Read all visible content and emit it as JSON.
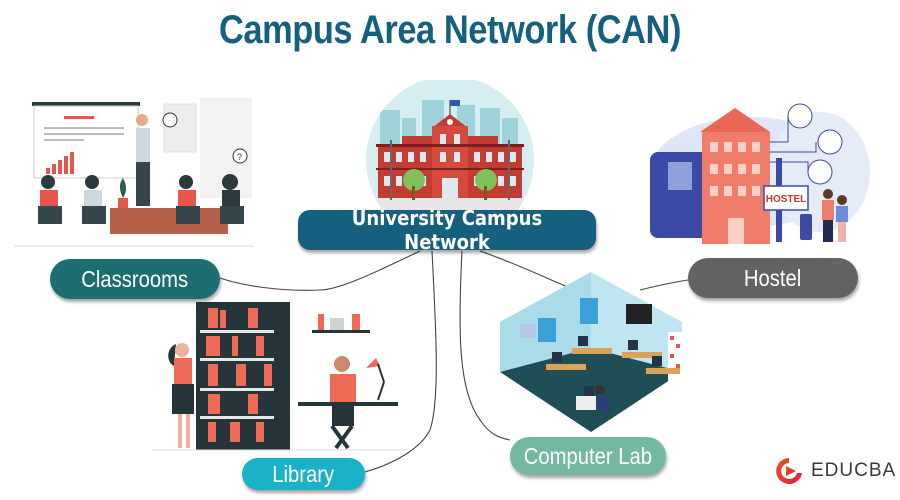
{
  "title": "Campus Area Network (CAN)",
  "center_node": {
    "label": "University Campus Network",
    "color": "#15607e"
  },
  "nodes": [
    {
      "id": "classrooms",
      "label": "Classrooms",
      "color": "#1c6e70"
    },
    {
      "id": "hostel",
      "label": "Hostel",
      "color": "#636363"
    },
    {
      "id": "library",
      "label": "Library",
      "color": "#1ab2c6"
    },
    {
      "id": "computer_lab",
      "label": "Computer Lab",
      "color": "#74b8a0"
    }
  ],
  "illustrations": {
    "campus": "university-building",
    "classrooms": "classroom-presentation",
    "hostel": "hostel-building",
    "library": "library-bookshelf",
    "computer_lab": "isometric-computer-lab"
  },
  "hostel_sign": "HOSTEL",
  "brand": {
    "name": "EDUCBA",
    "color": "#e8402a"
  }
}
